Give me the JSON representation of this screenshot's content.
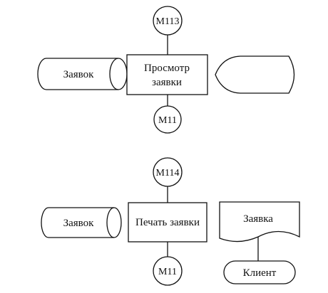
{
  "diagram1": {
    "top_circle": "M113",
    "bottom_circle": "M11",
    "left_storage": "Заявок",
    "process_line1": "Просмотр",
    "process_line2": "заявки"
  },
  "diagram2": {
    "top_circle": "M114",
    "bottom_circle": "M11",
    "left_storage": "Заявок",
    "process": "Печать заявки",
    "document": "Заявка",
    "terminal": "Клиент"
  }
}
